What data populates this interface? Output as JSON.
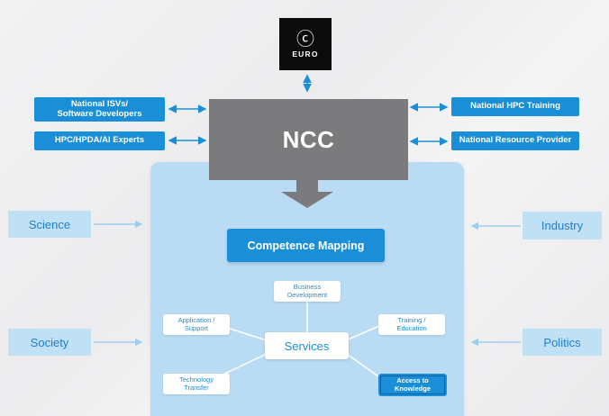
{
  "logo": {
    "text": "EURO",
    "glyph": "ⓒ"
  },
  "center": {
    "label": "NCC"
  },
  "left_top": [
    {
      "id": "isv",
      "lines": [
        "National ISVs/",
        "Software Developers"
      ]
    },
    {
      "id": "experts",
      "lines": [
        "HPC/HPDA/AI Experts"
      ]
    }
  ],
  "right_top": [
    {
      "id": "training",
      "label": "National HPC Training"
    },
    {
      "id": "resource",
      "label": "National Resource Provider"
    }
  ],
  "outer_left": [
    "Science",
    "Society"
  ],
  "outer_right": [
    "Industry",
    "Politics"
  ],
  "competence": {
    "label": "Competence Mapping"
  },
  "services": {
    "hub": "Services",
    "nodes": {
      "business": [
        "Business",
        "Development"
      ],
      "application": [
        "Application /",
        "Support"
      ],
      "training": [
        "Training /",
        "Education"
      ],
      "technology": [
        "Technology",
        "Transfer"
      ],
      "access": [
        "Access to",
        "Knowledge"
      ]
    }
  },
  "colors": {
    "primary_blue": "#1a8fd8",
    "light_blue": "#b9dcf4",
    "ncc_gray": "#7b7b7e",
    "logo_black": "#0c0c0c"
  }
}
